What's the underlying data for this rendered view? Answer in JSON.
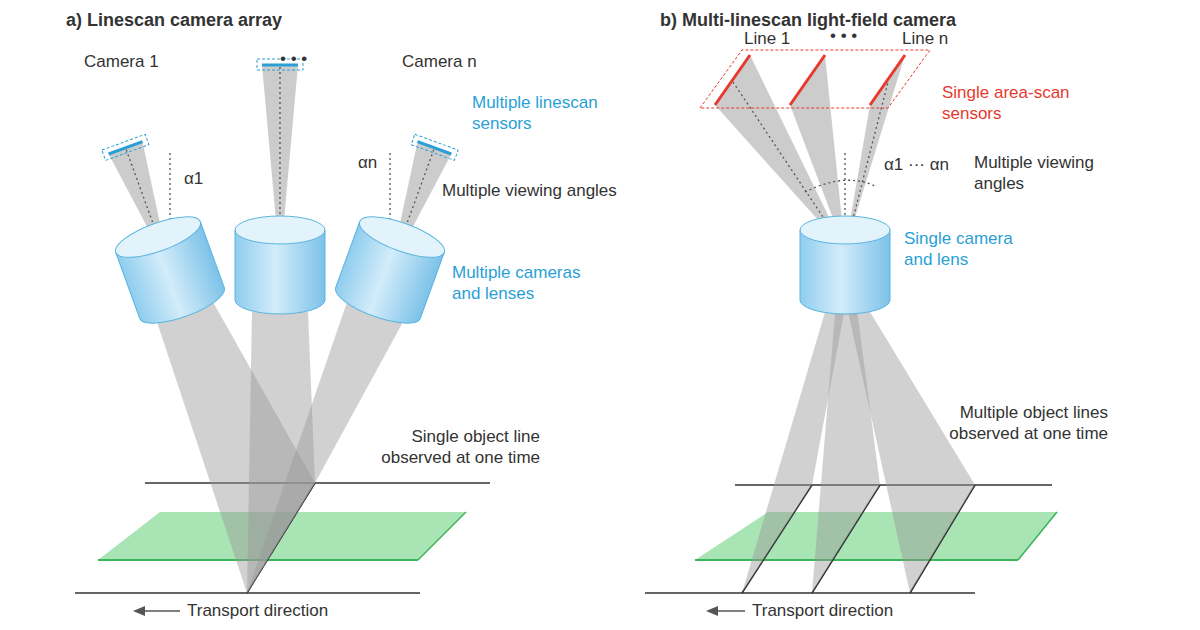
{
  "diagram": {
    "labels": [
      "a) Linescan camera array",
      "Camera 1",
      "• • •",
      "Camera n",
      "Multiple linescan sensors",
      "α1",
      "αn",
      "Multiple viewing angles",
      "Multiple cameras and lenses",
      "Single object line observed at one time",
      "Transport direction",
      "b) Multi-linescan light-field camera",
      "Line 1",
      "• • •",
      "Line n",
      "Single area-scan sensors",
      "α1 ··· αn",
      "Multiple viewing angles",
      "Single camera and lens",
      "Multiple object lines observed at one time",
      "Transport direction"
    ]
  }
}
